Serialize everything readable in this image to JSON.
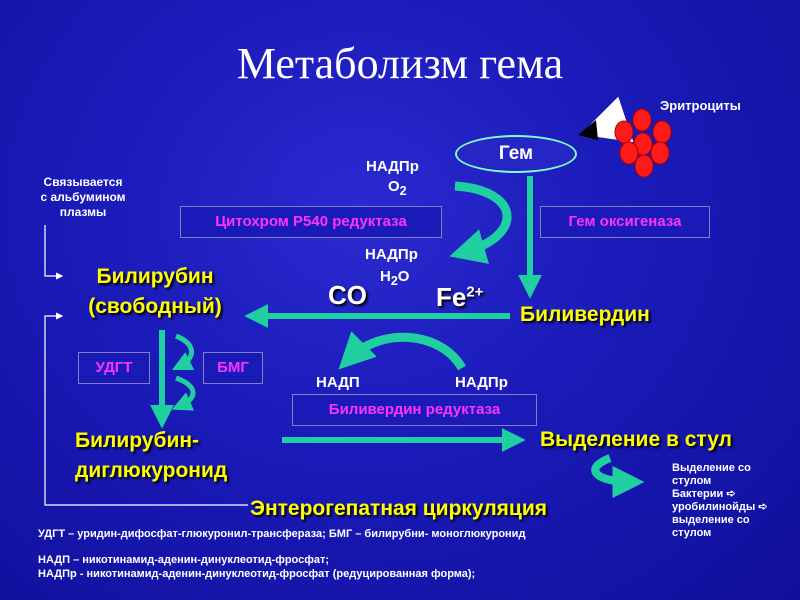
{
  "title": "Метаболизм гема",
  "erythrocytes_label": "Эритроциты",
  "gem_label": "Гем",
  "binding_note": [
    "Связывается",
    "с альбумином",
    "плазмы"
  ],
  "cofactors": {
    "nadpr_top": "НАДПр",
    "o2": "O",
    "o2_sub": "2",
    "nadpr_mid": "НАДПр",
    "h2o_h": "H",
    "h2o_sub": "2",
    "h2o_o": "O",
    "nadp_left": "НАДП",
    "nadpr_right": "НАДПр"
  },
  "enzymes": {
    "cytochrome": "Цитохром Р540 редуктаза",
    "heme_oxygenase": "Гем оксигеназа",
    "udgt": "УДГТ",
    "bmg": "БМГ",
    "biliverdin_reductase": "Биливердин редуктаза"
  },
  "products": {
    "co": "CO",
    "fe": "Fe",
    "fe_charge": "2+",
    "biliverdin": "Биливердин",
    "bilirubin_free_1": "Билирубин",
    "bilirubin_free_2": "(свободный)",
    "bilirubin_dg_1": "Билирубин-",
    "bilirubin_dg_2": "диглюкуронид",
    "excretion": "Выделение в стул",
    "enterohepatic": "Энтерогепатная циркуляция"
  },
  "side_note": {
    "line1": "Выделение со",
    "line2": "стулом",
    "line3": "Бактерии",
    "line4": "уробилинойды",
    "line5": "выделение со",
    "line6": "стулом"
  },
  "legend": [
    "УДГТ – уридин-дифосфат-глюкуронил-трансфераза; БМГ – билирубни- моноглюкуронид",
    "НАДП – никотинамид-аденин-динуклеотид-фросфат;",
    "НАДПр - никотинамид-аденин-динуклеотид-фросфат (редуцированная форма);"
  ],
  "colors": {
    "background": "#1a1ab8",
    "arrow": "#1fcfa0",
    "highlight_text": "#ffff00",
    "enzyme_text": "#ff33ff",
    "erythrocyte": "#ff1a1a"
  }
}
